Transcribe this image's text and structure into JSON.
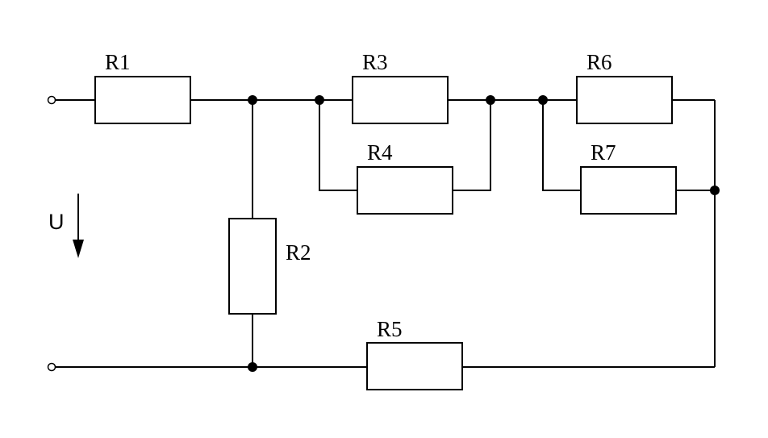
{
  "resistors": {
    "r1": "R1",
    "r2": "R2",
    "r3": "R3",
    "r4": "R4",
    "r5": "R5",
    "r6": "R6",
    "r7": "R7"
  },
  "voltage": {
    "label": "U"
  }
}
